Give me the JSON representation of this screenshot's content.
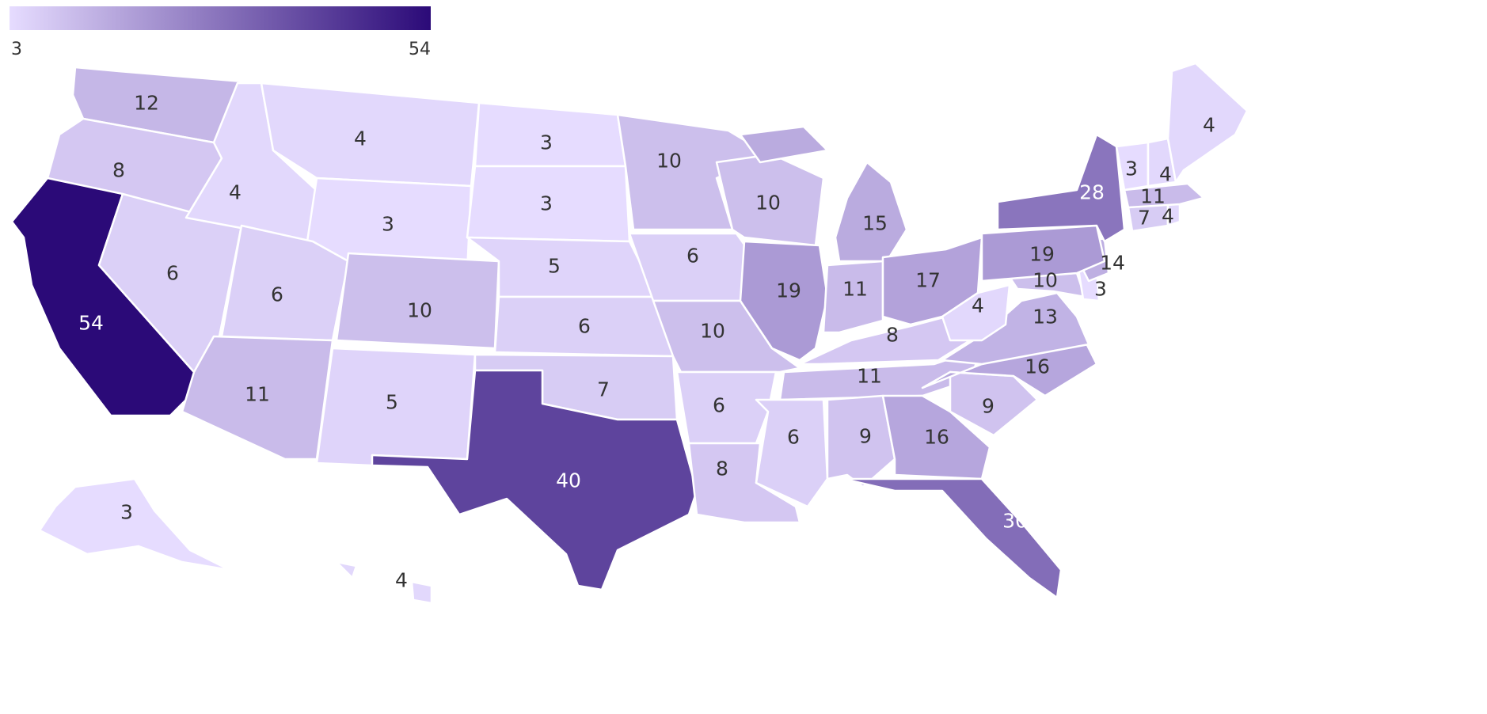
{
  "legend": {
    "min_label": "3",
    "max_label": "54",
    "min_value": 3,
    "max_value": 54,
    "color_low": "#e6dcff",
    "color_high": "#2b0a78"
  },
  "states": [
    {
      "id": "WA",
      "value": 12
    },
    {
      "id": "OR",
      "value": 8
    },
    {
      "id": "CA",
      "value": 54
    },
    {
      "id": "NV",
      "value": 6
    },
    {
      "id": "ID",
      "value": 4
    },
    {
      "id": "MT",
      "value": 4
    },
    {
      "id": "WY",
      "value": 3
    },
    {
      "id": "UT",
      "value": 6
    },
    {
      "id": "AZ",
      "value": 11
    },
    {
      "id": "CO",
      "value": 10
    },
    {
      "id": "NM",
      "value": 5
    },
    {
      "id": "ND",
      "value": 3
    },
    {
      "id": "SD",
      "value": 3
    },
    {
      "id": "NE",
      "value": 5
    },
    {
      "id": "KS",
      "value": 6
    },
    {
      "id": "OK",
      "value": 7
    },
    {
      "id": "TX",
      "value": 40
    },
    {
      "id": "MN",
      "value": 10
    },
    {
      "id": "IA",
      "value": 6
    },
    {
      "id": "MO",
      "value": 10
    },
    {
      "id": "AR",
      "value": 6
    },
    {
      "id": "LA",
      "value": 8
    },
    {
      "id": "WI",
      "value": 10
    },
    {
      "id": "IL",
      "value": 19
    },
    {
      "id": "MI",
      "value": 15
    },
    {
      "id": "IN",
      "value": 11
    },
    {
      "id": "OH",
      "value": 17
    },
    {
      "id": "KY",
      "value": 8
    },
    {
      "id": "TN",
      "value": 11
    },
    {
      "id": "MS",
      "value": 6
    },
    {
      "id": "AL",
      "value": 9
    },
    {
      "id": "GA",
      "value": 16
    },
    {
      "id": "FL",
      "value": 30
    },
    {
      "id": "SC",
      "value": 9
    },
    {
      "id": "NC",
      "value": 16
    },
    {
      "id": "VA",
      "value": 13
    },
    {
      "id": "WV",
      "value": 4
    },
    {
      "id": "MD",
      "value": 10
    },
    {
      "id": "DE",
      "value": 3
    },
    {
      "id": "NJ",
      "value": 14
    },
    {
      "id": "PA",
      "value": 19
    },
    {
      "id": "NY",
      "value": 28
    },
    {
      "id": "CT",
      "value": 7
    },
    {
      "id": "RI",
      "value": 4
    },
    {
      "id": "MA",
      "value": 11
    },
    {
      "id": "VT",
      "value": 3
    },
    {
      "id": "NH",
      "value": 4
    },
    {
      "id": "ME",
      "value": 4
    },
    {
      "id": "AK",
      "value": 3
    },
    {
      "id": "HI",
      "value": 4
    }
  ]
}
